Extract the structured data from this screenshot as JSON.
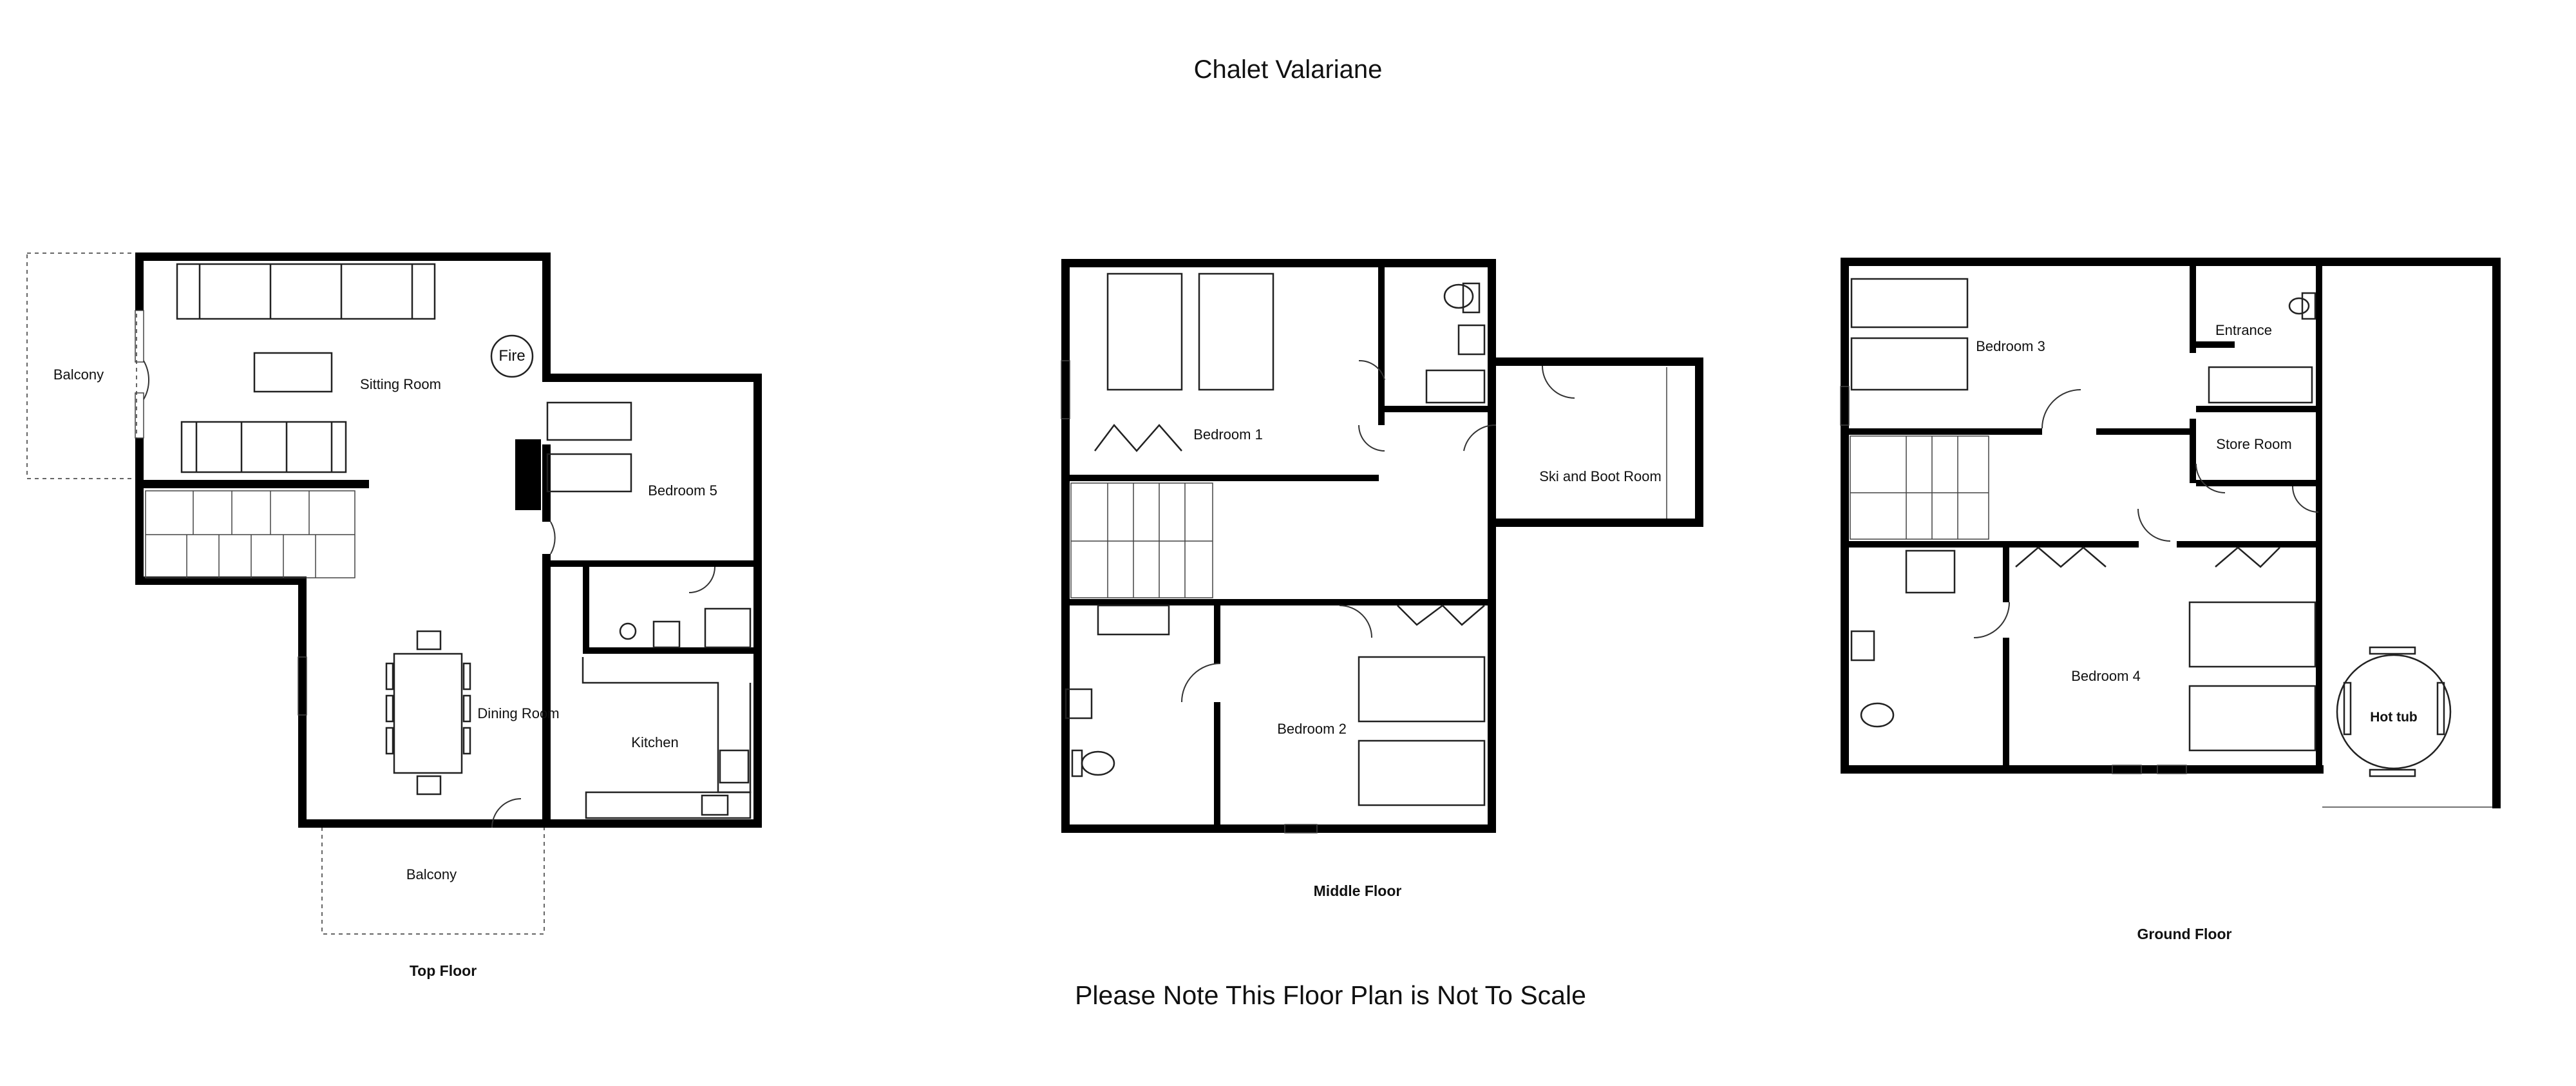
{
  "title": "Chalet Valariane",
  "note": "Please Note This Floor Plan is Not To Scale",
  "floors": {
    "top": {
      "label": "Top Floor",
      "rooms": {
        "balcony_left": "Balcony",
        "sitting_room": "Sitting Room",
        "fire": "Fire",
        "bedroom5": "Bedroom 5",
        "dining_room": "Dining Room",
        "kitchen": "Kitchen",
        "balcony_bottom": "Balcony"
      }
    },
    "middle": {
      "label": "Middle Floor",
      "rooms": {
        "bedroom1": "Bedroom 1",
        "ski_boot": "Ski and Boot Room",
        "bedroom2": "Bedroom 2"
      }
    },
    "ground": {
      "label": "Ground Floor",
      "rooms": {
        "bedroom3": "Bedroom 3",
        "entrance": "Entrance",
        "store_room": "Store Room",
        "bedroom4": "Bedroom 4",
        "hot_tub": "Hot tub"
      }
    }
  }
}
